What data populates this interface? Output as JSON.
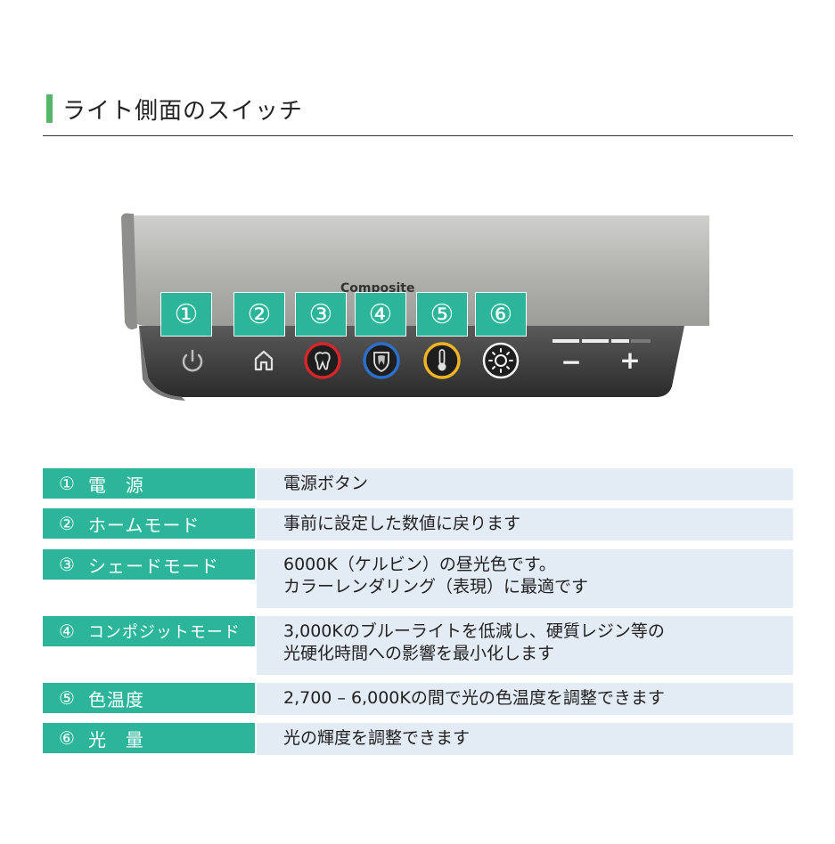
{
  "section": {
    "title": "ライト側面のスイッチ"
  },
  "device": {
    "brand_text": "Composite",
    "badges": [
      "①",
      "②",
      "③",
      "④",
      "⑤",
      "⑥"
    ],
    "minus_label": "−",
    "plus_label": "+",
    "ring_colors": {
      "shade": "#d4262b",
      "composite": "#2e6fc9",
      "temp": "#f0b323"
    }
  },
  "features": [
    {
      "num": "①",
      "label": "電　源",
      "desc": [
        "電源ボタン"
      ]
    },
    {
      "num": "②",
      "label": "ホームモード",
      "desc": [
        "事前に設定した数値に戻ります"
      ]
    },
    {
      "num": "③",
      "label": "シェードモード",
      "desc": [
        "6000K（ケルビン）の昼光色です。",
        "カラーレンダリング（表現）に最適です"
      ]
    },
    {
      "num": "④",
      "label": "コンポジットモード",
      "desc": [
        "3,000Kのブルーライトを低減し、硬質レジン等の",
        "光硬化時間への影響を最小化します"
      ]
    },
    {
      "num": "⑤",
      "label": "色温度",
      "desc": [
        "2,700 – 6,000Kの間で光の色温度を調整できます"
      ]
    },
    {
      "num": "⑥",
      "label": "光　量",
      "desc": [
        "光の輝度を調整できます"
      ]
    }
  ]
}
